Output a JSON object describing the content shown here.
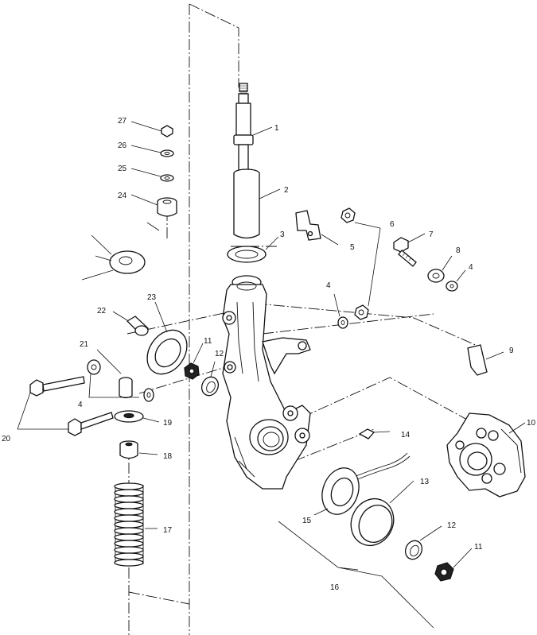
{
  "callouts": {
    "c1": "1",
    "c2": "2",
    "c3": "3",
    "c4a": "4",
    "c4b": "4",
    "c4c": "4",
    "c5": "5",
    "c6": "6",
    "c7": "7",
    "c8": "8",
    "c9": "9",
    "c10": "10",
    "c11a": "11",
    "c11b": "11",
    "c12a": "12",
    "c12b": "12",
    "c13": "13",
    "c14": "14",
    "c15": "15",
    "c16": "16",
    "c17": "17",
    "c18": "18",
    "c19": "19",
    "c20": "20",
    "c21": "21",
    "c22": "22",
    "c23": "23",
    "c24": "24",
    "c25": "25",
    "c26": "26",
    "c27": "27"
  }
}
